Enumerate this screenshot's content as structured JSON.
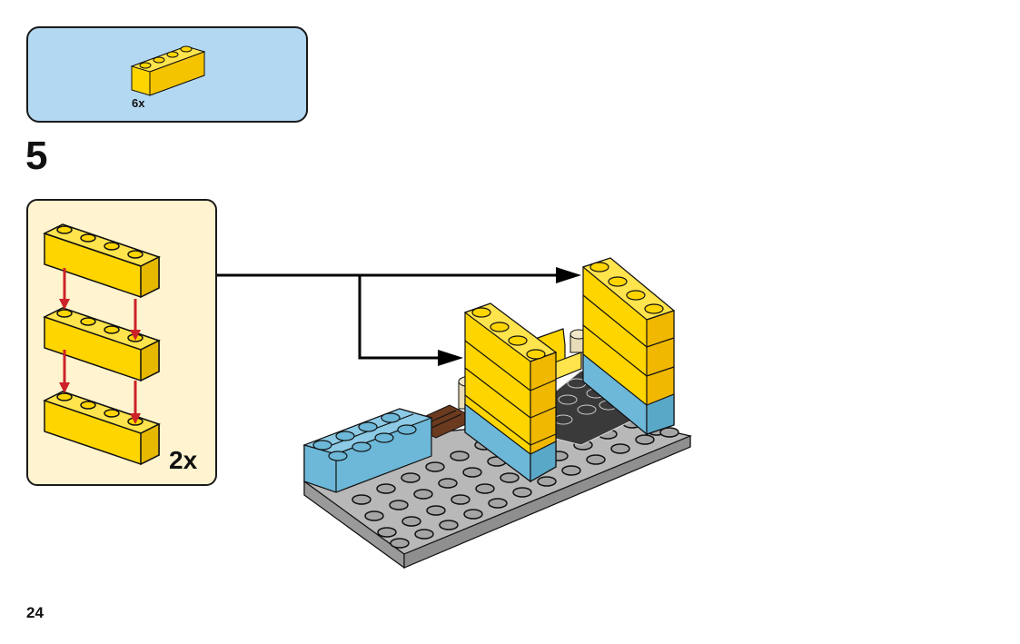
{
  "parts_callout": {
    "part_name": "yellow-brick-1x4",
    "quantity_label": "6x",
    "background_color": "#b3d8f2"
  },
  "step": {
    "number": "5"
  },
  "sub_assembly": {
    "quantity_label": "2x",
    "background_color": "#fff4cf",
    "brick_count": 3,
    "arrow_color": "#cc2229"
  },
  "colors": {
    "yellow": "#ffd500",
    "yellow_dark": "#f0b800",
    "light_blue": "#6db8d8",
    "gray": "#a5a5a5",
    "dark_gray": "#3a3a3a",
    "brown": "#6b3a1f",
    "tan": "#e8dcb8"
  },
  "page": {
    "number": "24"
  }
}
